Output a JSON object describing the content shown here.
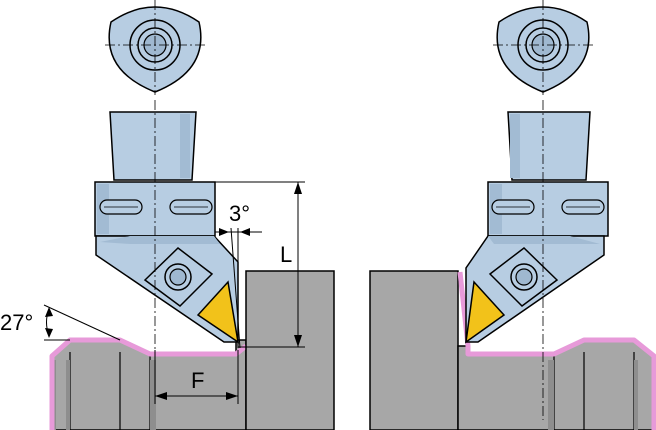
{
  "labels": {
    "angle_small": "3°",
    "angle_lead": "27°",
    "dim_length": "L",
    "dim_offset": "F"
  },
  "colors": {
    "holder_fill": "#b7cde2",
    "holder_dark": "#7f9cb8",
    "workpiece_fill": "#a7a7a7",
    "workpiece_dark": "#8e8e8e",
    "insert_gold": "#f2c21a",
    "finished_surface": "#e79ad9",
    "outline": "#000000"
  }
}
